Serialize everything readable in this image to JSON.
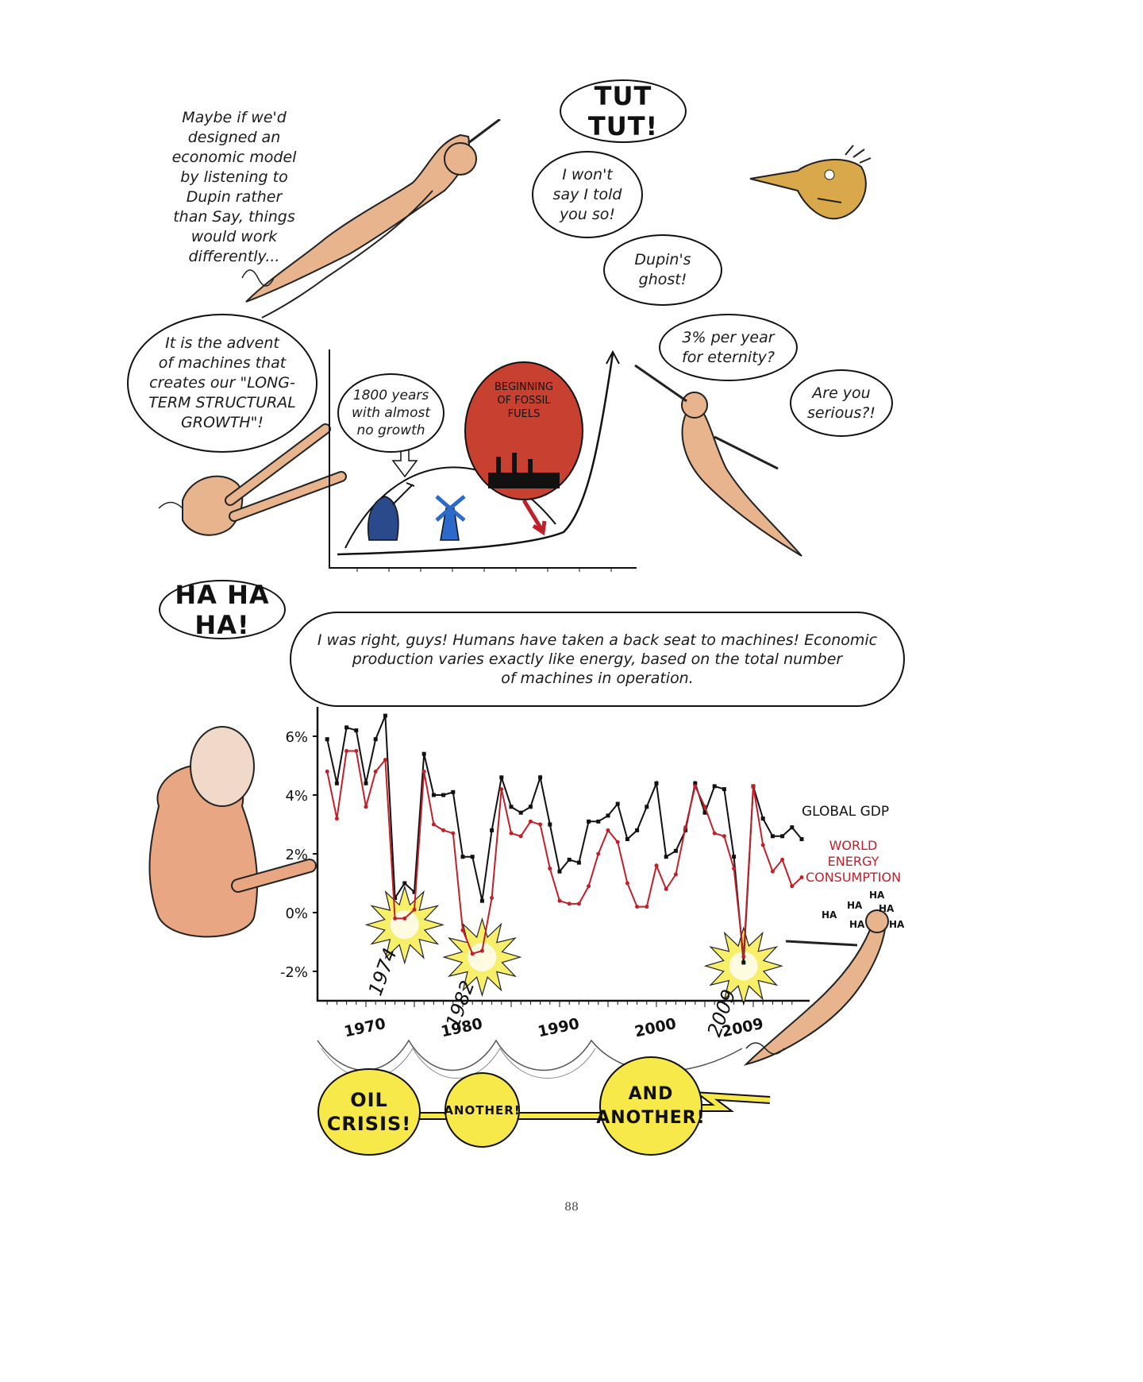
{
  "narration_top": "Maybe if we'd\ndesigned an\neconomic model\nby listening to\nDupin rather\nthan Say, things\nwould work\ndifferently...",
  "bubbles": {
    "tut_tut": "TUT TUT!",
    "told_you": "I won't\nsay I told\nyou so!",
    "dupins_ghost": "Dupin's\nghost!",
    "advent": "It is the advent\nof machines that\ncreates our \"LONG-\nTERM STRUCTURAL\nGROWTH\"!",
    "ha_ha": "HA HA HA!",
    "three_percent": "3% per year\nfor eternity?",
    "serious": "Are you\nserious?!",
    "was_right": "I was right, guys! Humans have taken a back seat to machines! Economic\nproduction varies exactly like energy, based on the total number\nof machines in operation.",
    "oil_crisis": "OIL\nCRISIS!",
    "another": "ANOTHER!",
    "and_another": "AND\nANOTHER!"
  },
  "growth_sketch": {
    "no_growth_label": "1800 years\nwith almost\nno growth",
    "fossil_label": "BEGINNING\nOF FOSSIL\nFUELS"
  },
  "laugh_text": "HA",
  "chart_data": {
    "type": "line",
    "ylim": [
      -3,
      7
    ],
    "yticks": [
      "6%",
      "4%",
      "2%",
      "0%",
      "-2%"
    ],
    "ytick_values": [
      6,
      4,
      2,
      0,
      -2
    ],
    "xticks": [
      "1970",
      "1980",
      "1990",
      "2000",
      "2009"
    ],
    "xtick_values": [
      1970,
      1980,
      1990,
      2000,
      2009
    ],
    "xlim": [
      1965,
      2015
    ],
    "series": [
      {
        "name": "GLOBAL GDP",
        "color": "#111111",
        "x": [
          1966,
          1967,
          1968,
          1969,
          1970,
          1971,
          1972,
          1973,
          1974,
          1975,
          1976,
          1977,
          1978,
          1979,
          1980,
          1981,
          1982,
          1983,
          1984,
          1985,
          1986,
          1987,
          1988,
          1989,
          1990,
          1991,
          1992,
          1993,
          1994,
          1995,
          1996,
          1997,
          1998,
          1999,
          2000,
          2001,
          2002,
          2003,
          2004,
          2005,
          2006,
          2007,
          2008,
          2009,
          2010,
          2011,
          2012,
          2013,
          2014,
          2015
        ],
        "values": [
          5.9,
          4.4,
          6.3,
          6.2,
          4.4,
          5.9,
          6.7,
          0.5,
          1.0,
          0.7,
          5.4,
          4.0,
          4.0,
          4.1,
          1.9,
          1.9,
          0.4,
          2.8,
          4.6,
          3.6,
          3.4,
          3.6,
          4.6,
          3.0,
          1.4,
          1.8,
          1.7,
          3.1,
          3.1,
          3.3,
          3.7,
          2.5,
          2.8,
          3.6,
          4.4,
          1.9,
          2.1,
          2.8,
          4.4,
          3.4,
          4.3,
          4.2,
          1.9,
          -1.7,
          4.3,
          3.2,
          2.6,
          2.6,
          2.9,
          2.5
        ]
      },
      {
        "name": "WORLD ENERGY CONSUMPTION",
        "color": "#c0202a",
        "x": [
          1966,
          1967,
          1968,
          1969,
          1970,
          1971,
          1972,
          1973,
          1974,
          1975,
          1976,
          1977,
          1978,
          1979,
          1980,
          1981,
          1982,
          1983,
          1984,
          1985,
          1986,
          1987,
          1988,
          1989,
          1990,
          1991,
          1992,
          1993,
          1994,
          1995,
          1996,
          1997,
          1998,
          1999,
          2000,
          2001,
          2002,
          2003,
          2004,
          2005,
          2006,
          2007,
          2008,
          2009,
          2010,
          2011,
          2012,
          2013,
          2014,
          2015
        ],
        "values": [
          4.8,
          3.2,
          5.5,
          5.5,
          3.6,
          4.8,
          5.2,
          -0.2,
          -0.2,
          0.1,
          4.8,
          3.0,
          2.8,
          2.7,
          -0.6,
          -1.4,
          -1.3,
          0.5,
          4.2,
          2.7,
          2.6,
          3.1,
          3.0,
          1.5,
          0.4,
          0.3,
          0.3,
          0.9,
          2.0,
          2.8,
          2.4,
          1.0,
          0.2,
          0.2,
          1.6,
          0.8,
          1.3,
          2.9,
          4.3,
          3.6,
          2.7,
          2.6,
          1.5,
          -1.5,
          4.3,
          2.3,
          1.4,
          1.8,
          0.9,
          1.2
        ]
      }
    ],
    "crises": [
      {
        "label": "1974",
        "x": 1974,
        "y": -0.2
      },
      {
        "label": "1982",
        "x": 1982,
        "y": -1.3
      },
      {
        "label": "2009",
        "x": 2009,
        "y": -1.6
      }
    ]
  },
  "page_number": "88"
}
